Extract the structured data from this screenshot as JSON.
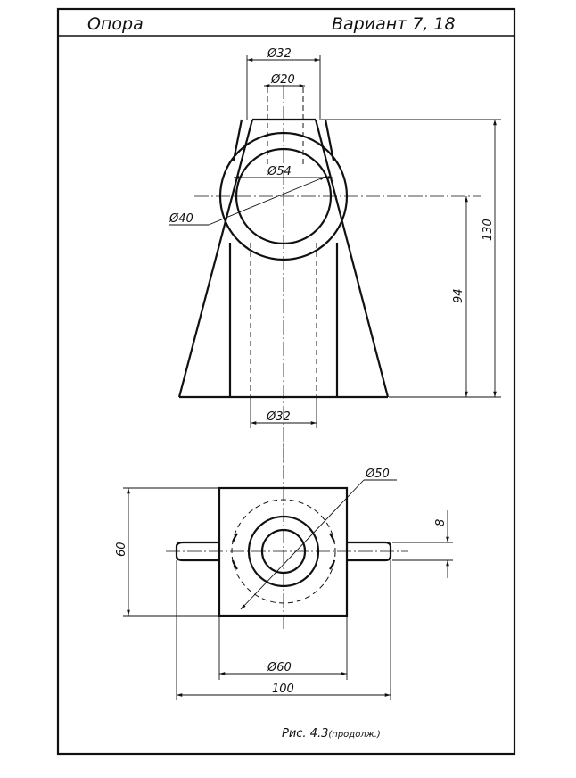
{
  "header": {
    "part_name": "Опора",
    "variant": "Вариант  7, 18"
  },
  "front_view": {
    "dims": {
      "top_outer_diameter": "32",
      "top_inner_diameter": "20",
      "ring_diameter": "54",
      "bore_diameter": "40",
      "center_height": "94",
      "total_height": "130",
      "bottom_hole_diameter": "32"
    }
  },
  "top_view": {
    "dims": {
      "dashed_circle_diameter": "50",
      "square_side": "60",
      "slot_width": "8",
      "circle_diameter": "60",
      "overall_length": "100"
    }
  },
  "caption": {
    "main": "Рис. 4.3",
    "note": "(продолж.)"
  }
}
